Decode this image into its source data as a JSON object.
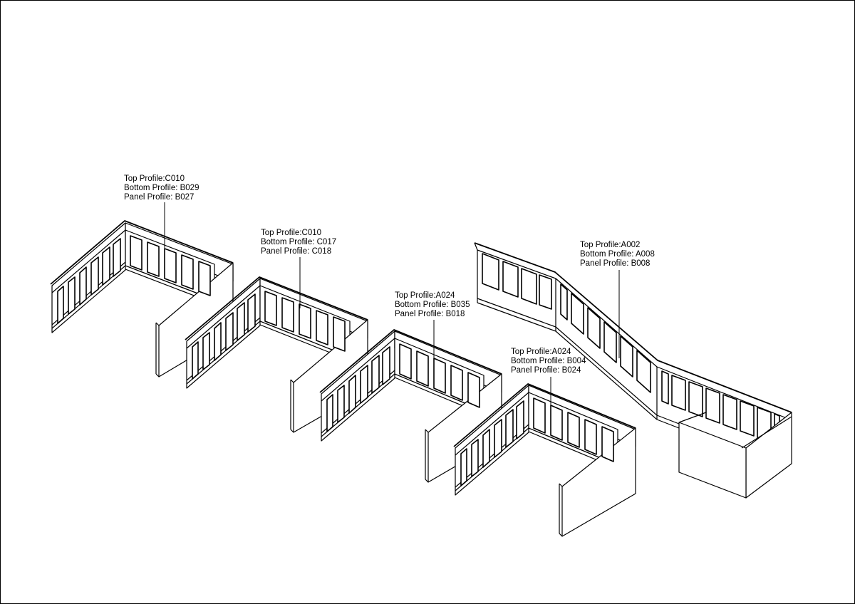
{
  "labels": [
    {
      "top": "Top Profile:C010",
      "bottom": "Bottom Profile: B029",
      "panel": "Panel Profile: B027"
    },
    {
      "top": "Top Profile:C010",
      "bottom": "Bottom Profile: C017",
      "panel": "Panel Profile: C018"
    },
    {
      "top": "Top Profile:A024",
      "bottom": "Bottom Profile: B035",
      "panel": "Panel Profile: B018"
    },
    {
      "top": "Top Profile:A024",
      "bottom": "Bottom Profile: B004",
      "panel": "Panel Profile: B024"
    },
    {
      "top": "Top Profile:A002",
      "bottom": "Bottom Profile: A008",
      "panel": "Panel Profile: B008"
    }
  ]
}
